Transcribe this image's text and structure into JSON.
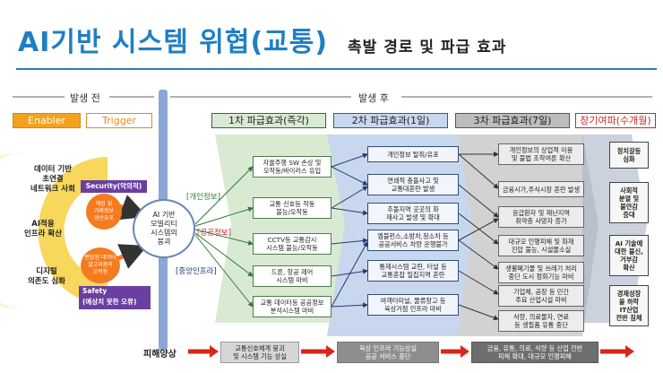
{
  "title": "AI기반 시스템 위협(교통)",
  "subtitle": "촉발 경로 및 파급 효과",
  "phases": {
    "before": "발생 전",
    "after": "발생 후"
  },
  "before": {
    "enabler": "Enabler",
    "trigger": "Trigger",
    "enabler_items": [
      "데이터 기반",
      "초연결",
      "네트워크 사회",
      "AI적용",
      "인프라 확산",
      "디지털",
      "의존도 심화"
    ],
    "security_label": "Security(악의적)",
    "security_items": [
      "해킹 및",
      "가짜정보",
      "생산유포"
    ],
    "safety_items": [
      "편향된 데이터",
      "알고리즘의",
      "오작동"
    ],
    "safety_label": "Safety",
    "safety_sub": "(예상치 못한 오류)"
  },
  "center": {
    "line1": "AI 기반",
    "line2": "모빌리티",
    "line3": "시스템의",
    "line4": "붕괴"
  },
  "categories": [
    "[개인정보]",
    "[공공정보]",
    "[중앙인프라]"
  ],
  "headers": [
    "1차 파급효과(즉각)",
    "2차 파급효과(1일)",
    "3차 파급효과(7일)",
    "장기여파(수개월)"
  ],
  "first": [
    [
      "자율주행 SW 손상 및",
      "오작동/바이러스 유입"
    ],
    [
      "교통 신호등 작동",
      "불능/오작동"
    ],
    [
      "CCTV등 교통감시",
      "시스템 불능/오작동"
    ],
    [
      "드론, 항공 제어",
      "시스템 마비"
    ],
    [
      "교통 데이터등 공공정보",
      "분석시스템 마비"
    ]
  ],
  "second": [
    [
      "개인정보 탈취/유포"
    ],
    [
      "연쇄적 충돌사고 및",
      "교통대혼란 발생"
    ],
    [
      "추돌지역 곳곳의 화",
      "재사고 발생 및 확대"
    ],
    [
      "엠뷸런스,소방차,청소차 등",
      "공공서비스 차량 운행불가"
    ],
    [
      "통제시스템 교란, 터널 등",
      "교통혼잡 밀집지역 혼란"
    ],
    [
      "여객터미널, 물류창고 등",
      "육상거점 인프라 마비"
    ]
  ],
  "third": [
    [
      "개인정보의 상업적 이용",
      "및 불법 조작여론 확산"
    ],
    [
      "금융시가,주식시장 혼란 발생"
    ],
    [
      "응급환자 및 재난지역",
      "취약층 사망자 증가"
    ],
    [
      "대규모 인명피해 및 화재",
      "진압 불능, 시설물소실"
    ],
    [
      "생활폐기물 및 쓰레기 처리",
      "중단 도시 정화기능 마비"
    ],
    [
      "기업체, 공장 등 민간",
      "주요 산업시설 마비"
    ],
    [
      "식량, 의료물자, 연료",
      "등 생필품 유통 중단"
    ]
  ],
  "longterm": [
    [
      "정치갈등",
      "심화"
    ],
    [
      "사회적",
      "분열 및",
      "불안감",
      "증대"
    ],
    [
      "AI 기술에",
      "대한 불신,",
      "거부감",
      "확산"
    ],
    [
      "경제성장",
      "을 하락",
      "IT산업",
      "전반 침체"
    ]
  ],
  "damage": {
    "label": "피해양상",
    "items": [
      [
        "교통신호체계 붕괴",
        "및 시스템 기능 상실"
      ],
      [
        "육상 인프라 기능상실",
        "공공 서비스 중단"
      ],
      [
        "금융, 유통, 의료, 식량 등 산업 전반",
        "피해 확대, 대규모 인명피해"
      ]
    ]
  },
  "colors": {
    "title": "#1f7fc4",
    "enabler": "#f2a21c",
    "trigger": "#f6b21f",
    "security": "#6a3fa0",
    "trigger_circle": "#f47b20",
    "green_band": "#d9ead3",
    "blue_band": "#c9d7ee",
    "grey_band": "#d2d2d2",
    "long_band": "#a9b4c8",
    "damage_arrow": "#d9261c"
  }
}
